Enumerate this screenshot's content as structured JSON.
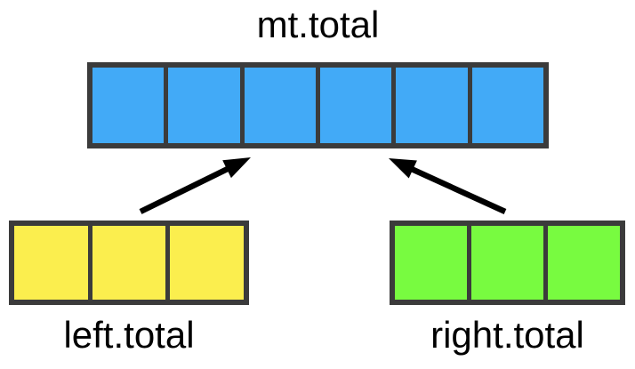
{
  "diagram": {
    "background_color": "#ffffff",
    "border_color": "#3b3b3b",
    "arrow_color": "#000000",
    "text_color": "#000000",
    "nodes": {
      "mt": {
        "label": "mt.total",
        "cells": 6,
        "cell_color": "#42aaf7",
        "label_position": "above"
      },
      "left": {
        "label": "left.total",
        "cells": 3,
        "cell_color": "#fbee4e",
        "label_position": "below"
      },
      "right": {
        "label": "right.total",
        "cells": 3,
        "cell_color": "#78fb40",
        "label_position": "below"
      }
    },
    "edges": [
      {
        "from": "left",
        "to": "mt",
        "direction": "up-right"
      },
      {
        "from": "right",
        "to": "mt",
        "direction": "up-left"
      }
    ]
  }
}
